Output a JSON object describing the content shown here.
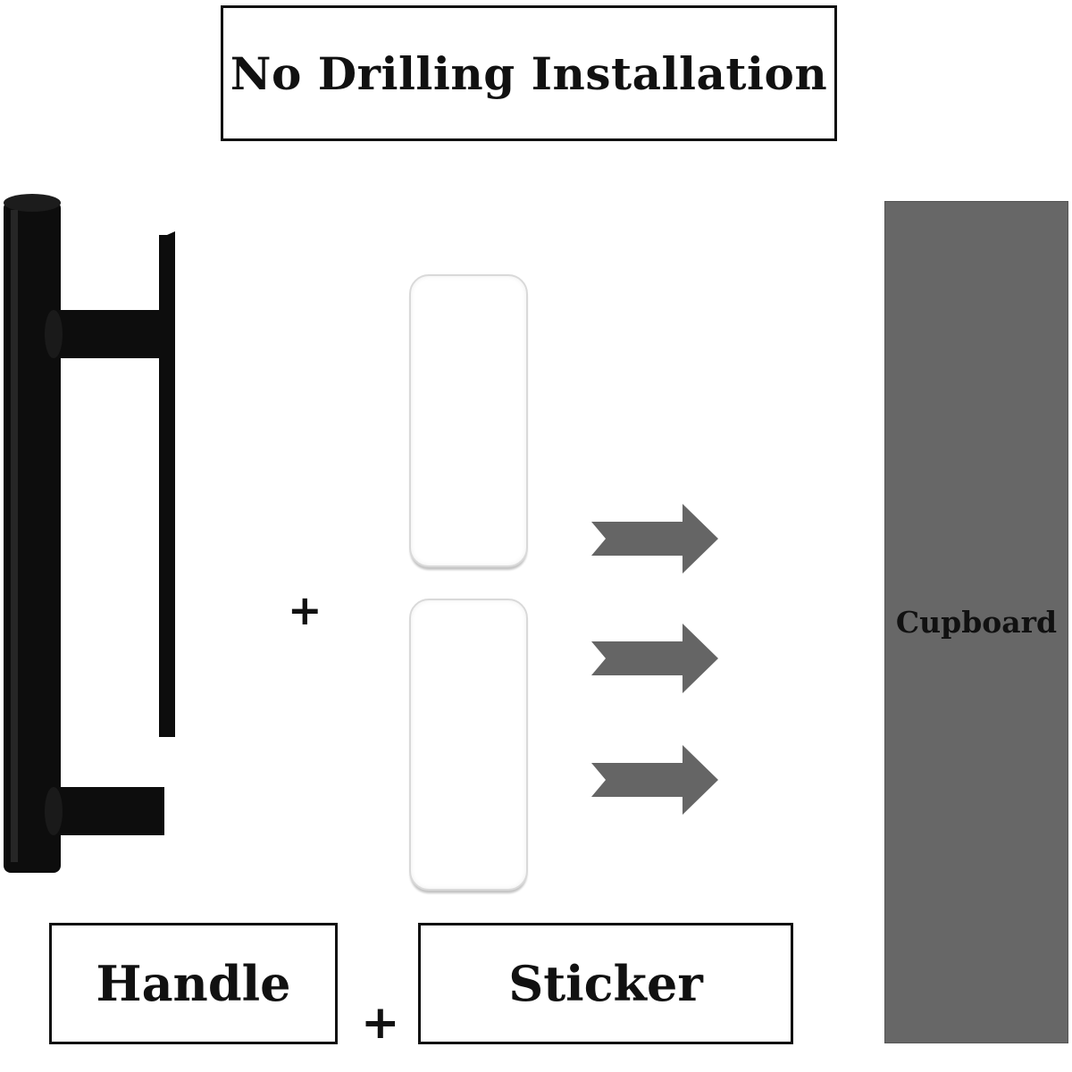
{
  "title": "No Drilling Installation",
  "labels": {
    "handle": "Handle",
    "plus": "+",
    "sticker": "Sticker",
    "middle_plus": "+"
  },
  "cupboard": {
    "label": "Cupboard",
    "color": "#676767"
  },
  "arrows": {
    "count": 3,
    "color": "#656565",
    "icon": "right-arrow-icon"
  },
  "stickers": {
    "count": 2,
    "color": "#ffffff"
  },
  "handle": {
    "color": "#0d0d0d",
    "icon": "bar-handle-icon"
  }
}
